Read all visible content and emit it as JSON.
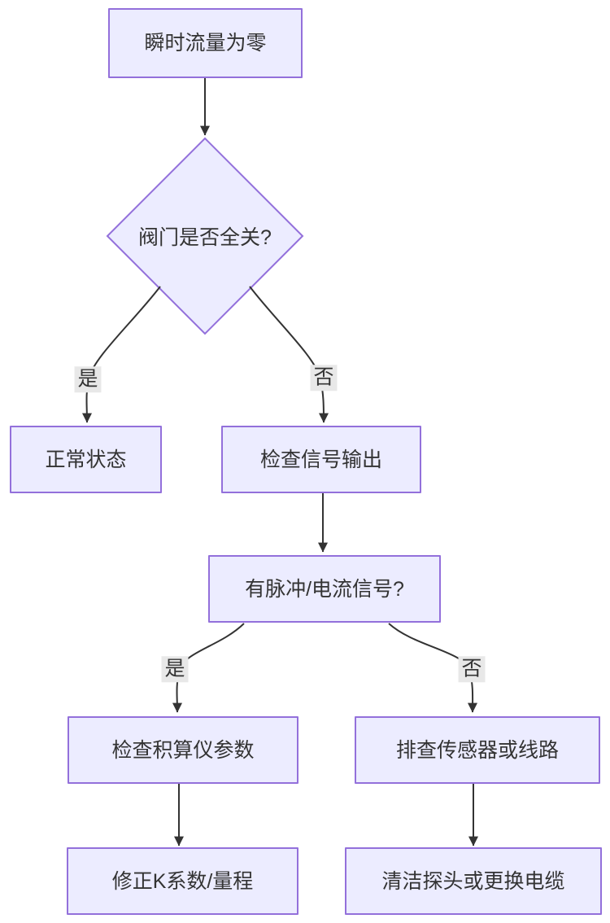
{
  "diagram": {
    "type": "flowchart",
    "direction": "top-down",
    "colors": {
      "background": "#ffffff",
      "node_fill": "#ECECFF",
      "node_border": "#9370DB",
      "edge": "#333333",
      "edge_label_bg": "#e8e8e8",
      "text": "#333333"
    },
    "nodes": {
      "start": {
        "label": "瞬时流量为零",
        "shape": "rectangle"
      },
      "valve_question": {
        "label": "阀门是否全关?",
        "shape": "diamond"
      },
      "normal": {
        "label": "正常状态",
        "shape": "rectangle"
      },
      "check_signal": {
        "label": "检查信号输出",
        "shape": "rectangle"
      },
      "signal_question": {
        "label": "有脉冲/电流信号?",
        "shape": "rectangle"
      },
      "check_totalizer": {
        "label": "检查积算仪参数",
        "shape": "rectangle"
      },
      "inspect_sensor": {
        "label": "排查传感器或线路",
        "shape": "rectangle"
      },
      "fix_k_factor": {
        "label": "修正K系数/量程",
        "shape": "rectangle"
      },
      "clean_probe": {
        "label": "清洁探头或更换电缆",
        "shape": "rectangle"
      }
    },
    "edges": [
      {
        "from": "start",
        "to": "valve_question",
        "label": ""
      },
      {
        "from": "valve_question",
        "to": "normal",
        "label": "是"
      },
      {
        "from": "valve_question",
        "to": "check_signal",
        "label": "否"
      },
      {
        "from": "check_signal",
        "to": "signal_question",
        "label": ""
      },
      {
        "from": "signal_question",
        "to": "check_totalizer",
        "label": "是"
      },
      {
        "from": "signal_question",
        "to": "inspect_sensor",
        "label": "否"
      },
      {
        "from": "check_totalizer",
        "to": "fix_k_factor",
        "label": ""
      },
      {
        "from": "inspect_sensor",
        "to": "clean_probe",
        "label": ""
      }
    ]
  }
}
